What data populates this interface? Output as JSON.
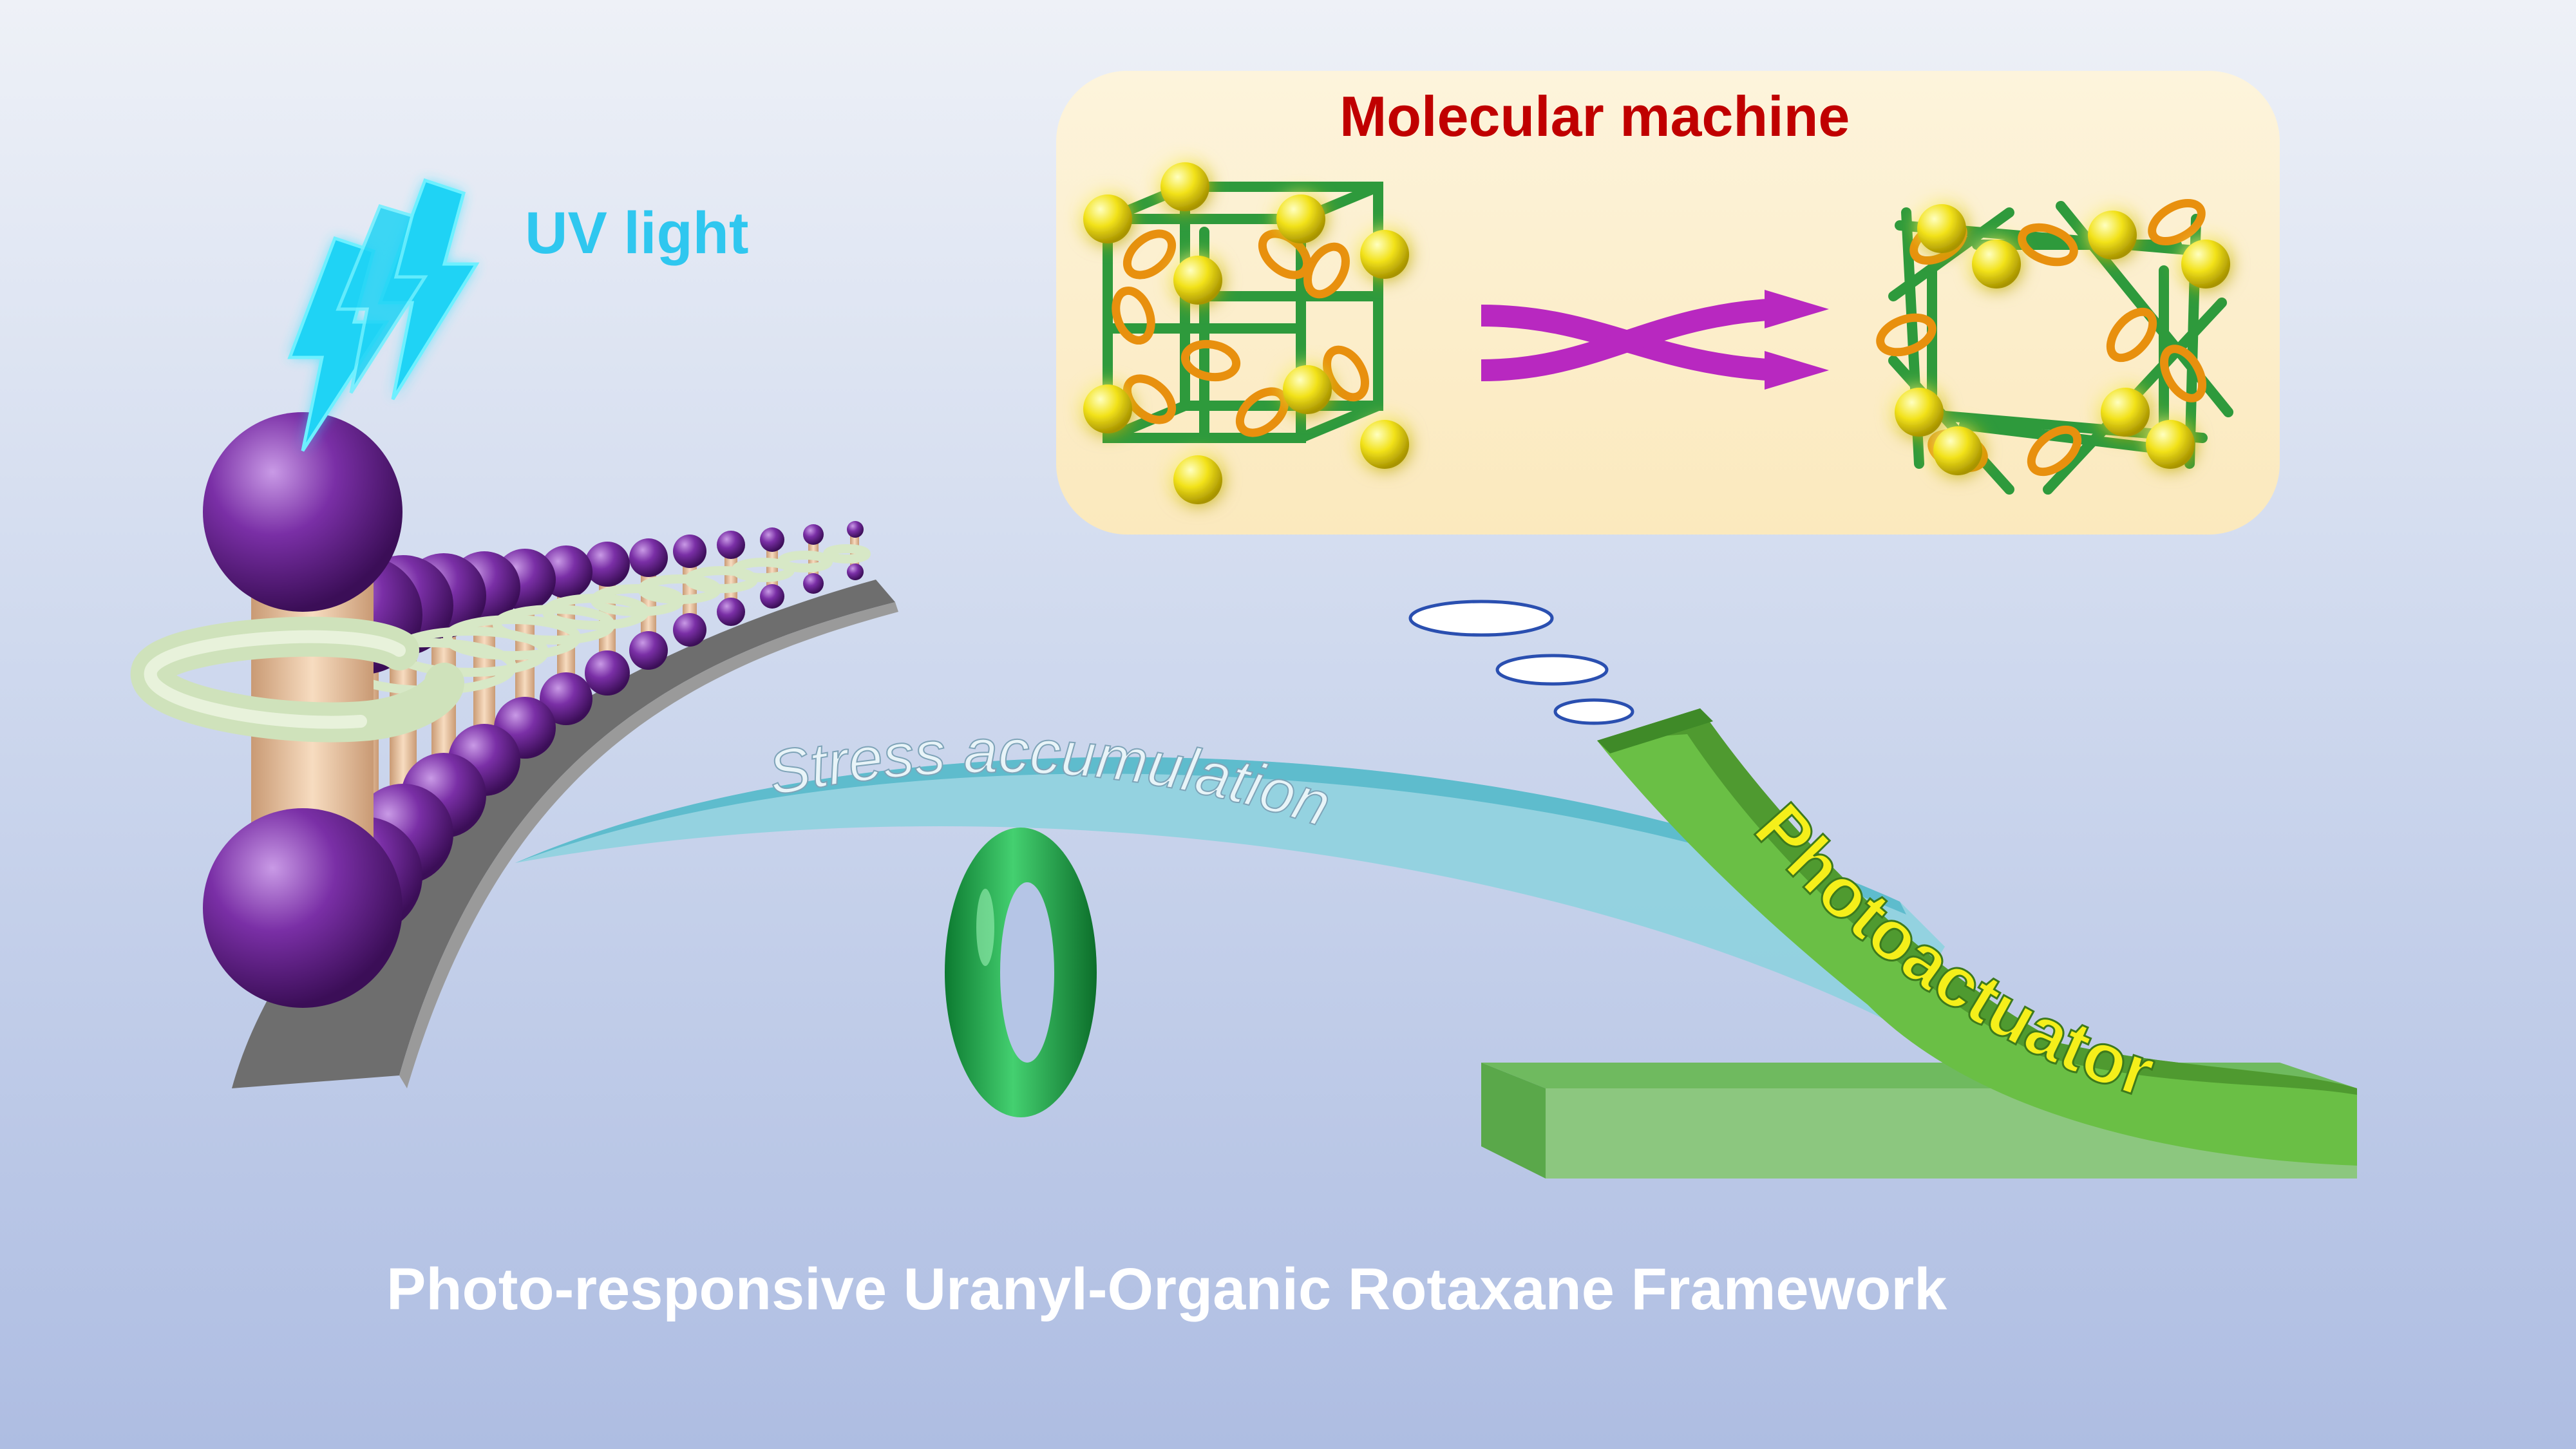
{
  "labels": {
    "uv_light": "UV light",
    "molecular_machine": "Molecular machine",
    "stress": "Stress accumulation",
    "actuator": "Photoactuator",
    "footer": "Photo-responsive Uranyl-Organic Rotaxane Framework"
  },
  "colors": {
    "uv": "#2fc7ef",
    "title_red": "#c00000",
    "footer_text": "#ffffff",
    "panel": "#fdf1d2",
    "sphere_purple": "#7a2fa6",
    "ring_pale": "#d7e8c6",
    "axle": "#eecbab",
    "ribbon": "#8ed2df",
    "actuator_green": "#6abf45",
    "actuator_text": "#f5ef1a",
    "arrow_magenta": "#b828c0",
    "torus_green": "#22b24c"
  },
  "icons": [
    "lightning-icon",
    "rotaxane-chain",
    "cube-framework-icon",
    "twisted-arrow-icon",
    "torus-ring-icon",
    "thought-bubble-icon"
  ]
}
